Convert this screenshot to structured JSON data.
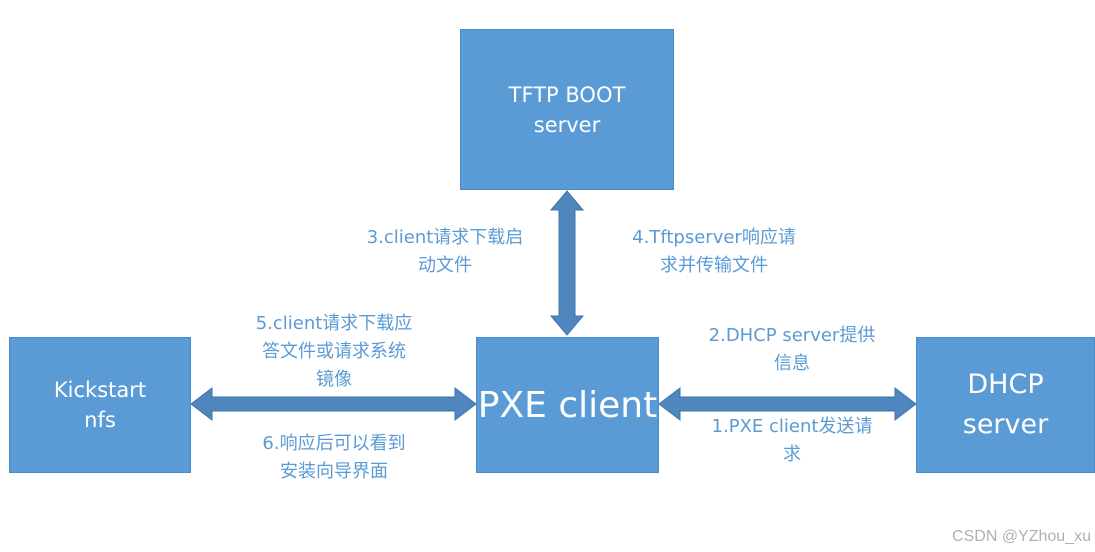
{
  "nodes": {
    "tftp": {
      "line1": "TFTP BOOT",
      "line2": "server"
    },
    "pxe": {
      "label": "PXE client"
    },
    "kickstart": {
      "line1": "Kickstart",
      "line2": "nfs"
    },
    "dhcp": {
      "line1": "DHCP",
      "line2": "server"
    }
  },
  "labels": {
    "step3": {
      "line1": "3.client请求下载启",
      "line2": "动文件"
    },
    "step4": {
      "line1": "4.Tftpserver响应请",
      "line2": "求并传输文件"
    },
    "step5": {
      "line1": "5.client请求下载应",
      "line2": "答文件或请求系统",
      "line3": "镜像"
    },
    "step6": {
      "line1": "6.响应后可以看到",
      "line2": "安装向导界面"
    },
    "step2": {
      "line1": "2.DHCP server提供",
      "line2": "信息"
    },
    "step1": {
      "line1": "1.PXE client发送请",
      "line2": "求"
    }
  },
  "watermark": "CSDN @YZhou_xu",
  "colors": {
    "box_fill": "#5b9bd5",
    "arrow_fill": "#4f86bd",
    "label_text": "#5b9bd5"
  }
}
